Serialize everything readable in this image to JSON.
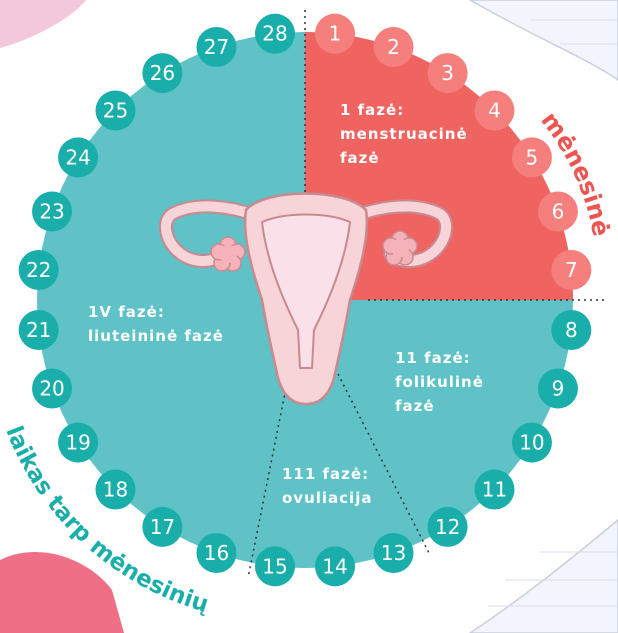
{
  "colors": {
    "teal": "#5ec2c6",
    "teal_dark": "#1aaeaa",
    "red": "#ef6461",
    "red_light": "#f47f7c",
    "red_text": "#ef5550",
    "uterus_outline": "#c8898f",
    "uterus_fill": "#f7d4d8",
    "uterus_inner": "#fae0e9",
    "ovary": "#f5b2b8"
  },
  "days": {
    "menstrual": [
      "1",
      "2",
      "3",
      "4",
      "5",
      "6",
      "7"
    ],
    "cycle": [
      "8",
      "9",
      "10",
      "11",
      "12",
      "13",
      "14",
      "15",
      "16",
      "17",
      "18",
      "19",
      "20",
      "21",
      "22",
      "23",
      "24",
      "25",
      "26",
      "27",
      "28"
    ]
  },
  "phases": {
    "phase1": "1 fazė:\nmenstruacinė\nfazė",
    "phase2": "11 fazė:\nfolikulinė\nfazė",
    "phase3": "111 fazė:\novuliacija",
    "phase4": "1V fazė:\nliuteininė fazė"
  },
  "curved_labels": {
    "menstruation": "mėnesinės",
    "between_periods": "laikas tarp mėnesinių"
  }
}
